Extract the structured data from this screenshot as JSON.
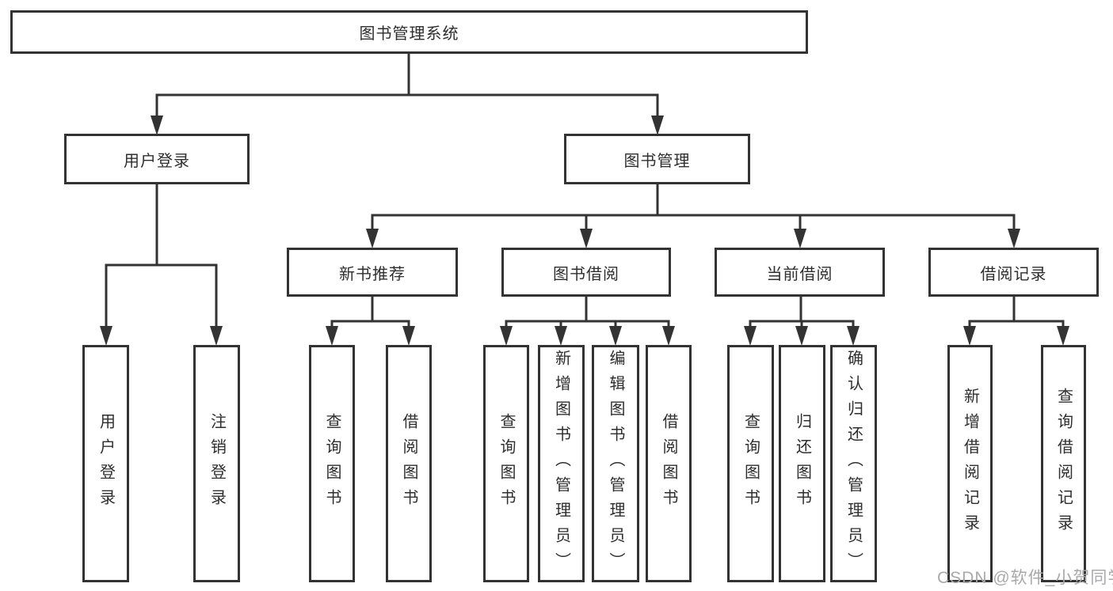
{
  "diagram_type": "hierarchy-tree",
  "colors": {
    "line": "#333333",
    "box_border": "#333333",
    "text": "#2e2e2e",
    "background": "#ffffff",
    "watermark": "#a9a9ab"
  },
  "tree": {
    "root": {
      "label": "图书管理系统",
      "children": [
        {
          "label": "用户登录",
          "children": [
            {
              "label": "用户登录"
            },
            {
              "label": "注销登录"
            }
          ]
        },
        {
          "label": "图书管理",
          "children": [
            {
              "label": "新书推荐",
              "children": [
                {
                  "label": "查询图书"
                },
                {
                  "label": "借阅图书"
                }
              ]
            },
            {
              "label": "图书借阅",
              "children": [
                {
                  "label": "查询图书"
                },
                {
                  "label": "新增图书（管理员）"
                },
                {
                  "label": "编辑图书（管理员）"
                },
                {
                  "label": "借阅图书"
                }
              ]
            },
            {
              "label": "当前借阅",
              "children": [
                {
                  "label": "查询图书"
                },
                {
                  "label": "归还图书"
                },
                {
                  "label": "确认归还（管理员）"
                }
              ]
            },
            {
              "label": "借阅记录",
              "children": [
                {
                  "label": "新增借阅记录"
                },
                {
                  "label": "查询借阅记录"
                }
              ]
            }
          ]
        }
      ]
    }
  },
  "watermark": "CSDN @软件_小贺同学"
}
